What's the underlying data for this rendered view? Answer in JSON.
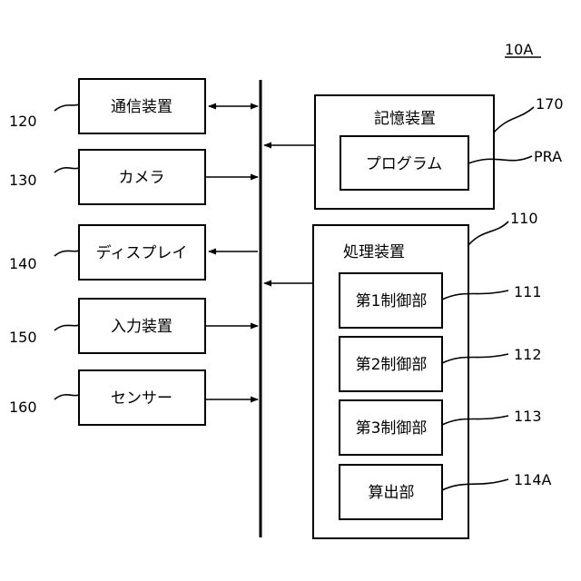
{
  "figure_label": "10A",
  "left_components": [
    {
      "label": "通信装置",
      "ref": "120"
    },
    {
      "label": "カメラ",
      "ref": "130"
    },
    {
      "label": "ディスプレイ",
      "ref": "140"
    },
    {
      "label": "入力装置",
      "ref": "150"
    },
    {
      "label": "センサー",
      "ref": "160"
    }
  ],
  "storage": {
    "label": "記憶装置",
    "ref": "170",
    "program": {
      "label": "プログラム",
      "ref": "PRA"
    }
  },
  "processor": {
    "label": "処理装置",
    "ref": "110",
    "units": [
      {
        "label": "第1制御部",
        "ref": "111"
      },
      {
        "label": "第2制御部",
        "ref": "112"
      },
      {
        "label": "第3制御部",
        "ref": "113"
      },
      {
        "label": "算出部",
        "ref": "114A"
      }
    ]
  }
}
